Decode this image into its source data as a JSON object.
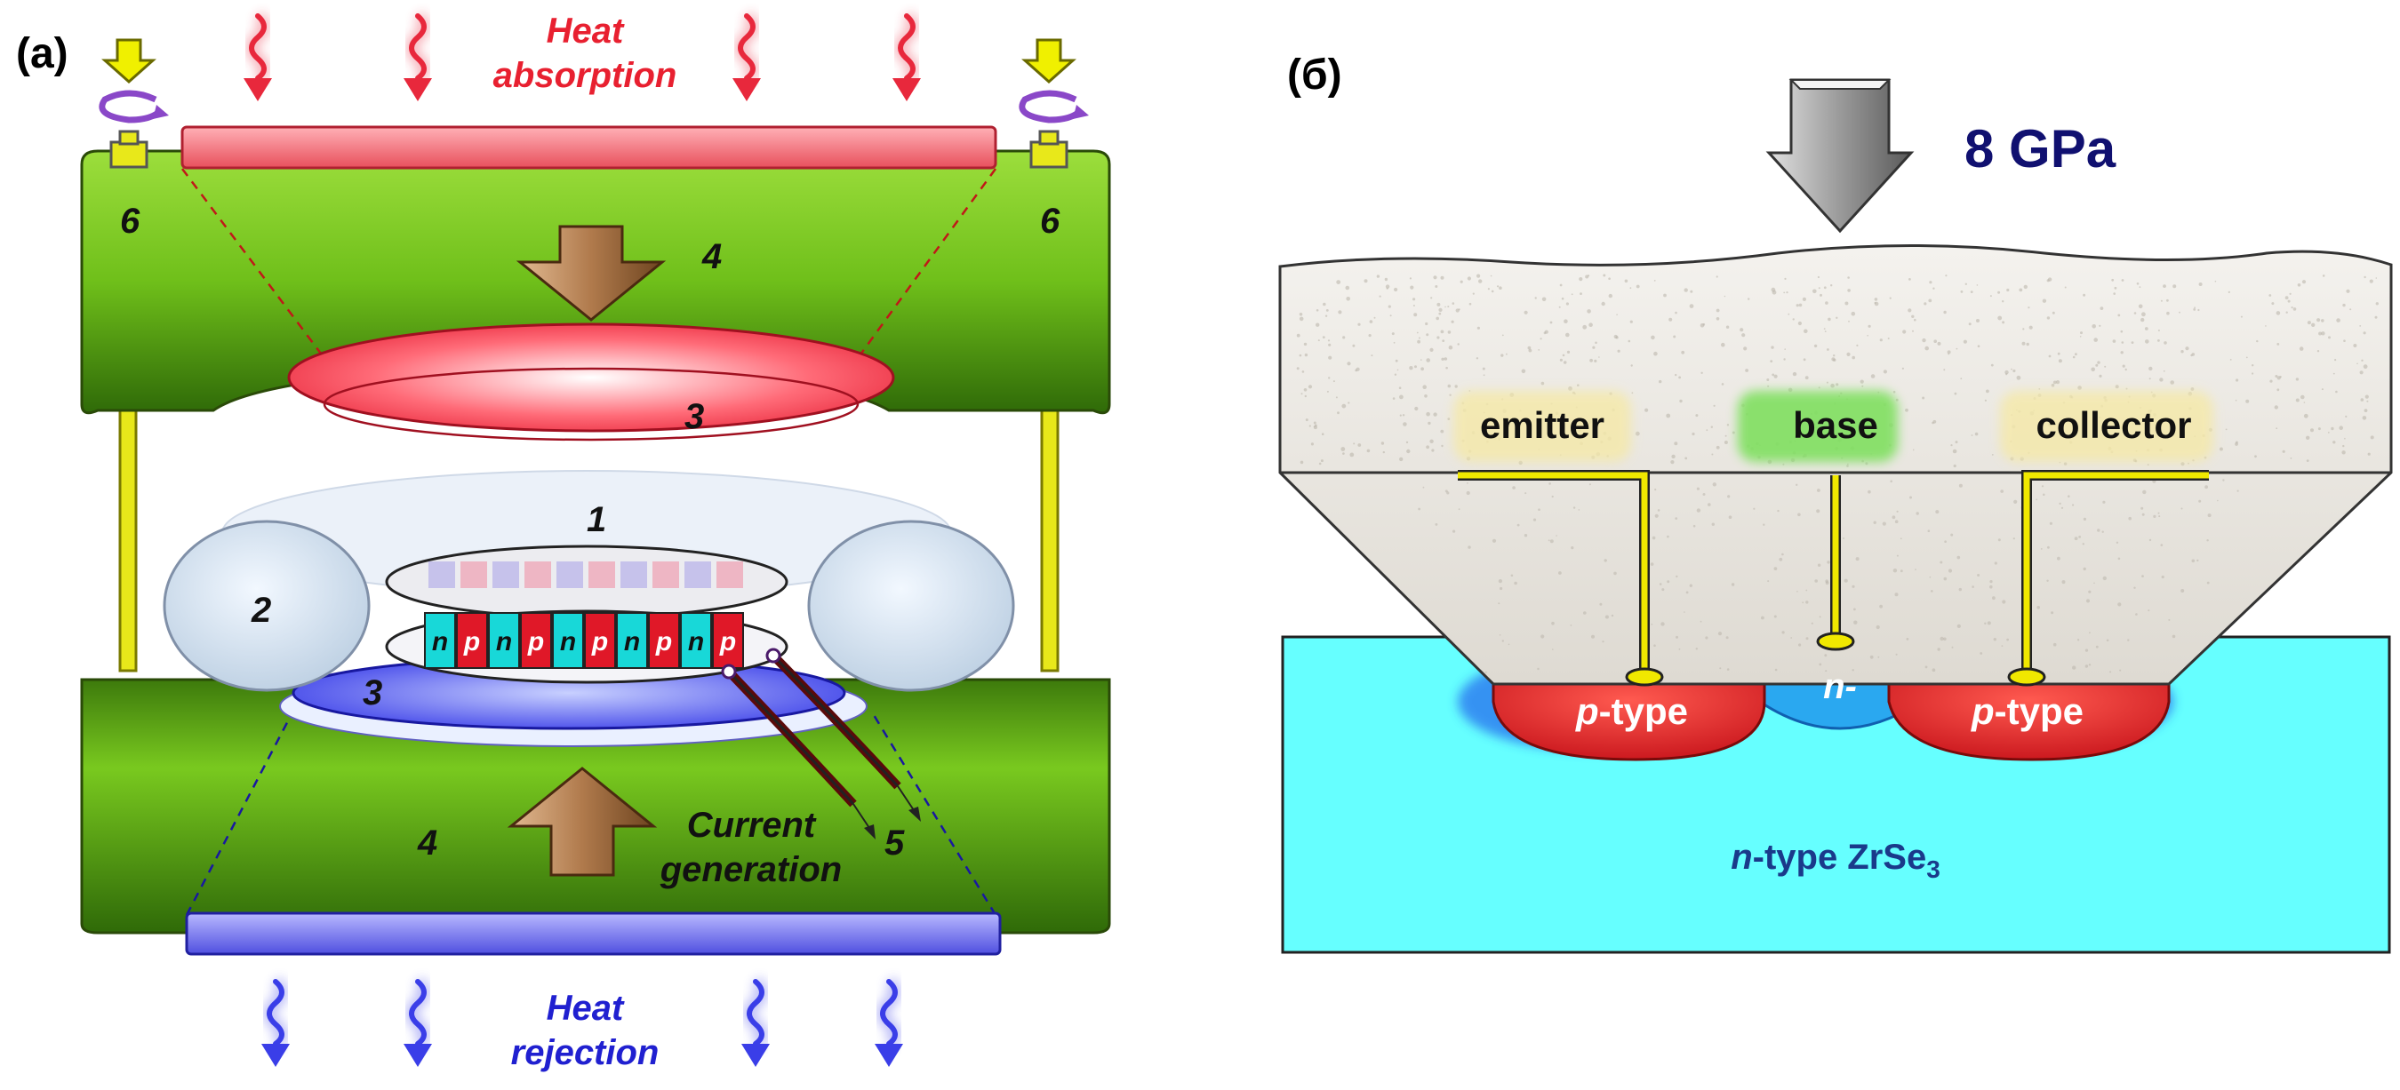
{
  "panel_a": {
    "panel_label": "(a)",
    "heat_absorption": [
      "Heat",
      "absorption"
    ],
    "heat_rejection": [
      "Heat",
      "rejection"
    ],
    "current_generation": [
      "Current",
      "generation"
    ],
    "numbers": {
      "n1": "1",
      "n2": "2",
      "n3_top": "3",
      "n3_bottom": "3",
      "n4_top": "4",
      "n4_bottom": "4",
      "n5": "5",
      "n6_left": "6",
      "n6_right": "6"
    },
    "legs": [
      "n",
      "p",
      "n",
      "p",
      "n",
      "p",
      "n",
      "p",
      "n",
      "p"
    ],
    "colors": {
      "anvil": "#6fbf1a",
      "hot": "#e8283c",
      "cold": "#3a3ee8",
      "arrow": "#a9784c",
      "screw": "#e8e81a"
    }
  },
  "panel_b": {
    "panel_label": "(б)",
    "pressure": "8 GPa",
    "emitter": "emitter",
    "base": "base",
    "collector": "collector",
    "p_type_left": [
      "p",
      "-type"
    ],
    "p_type_right": [
      "p",
      "-type"
    ],
    "n_minus": "n-",
    "substrate": [
      "n",
      "-type ZrSe",
      "3"
    ],
    "colors": {
      "substrate": "#66ffff",
      "p_region": "#e01820",
      "n_region": "#2aa8f0",
      "wire": "#f0e800",
      "label_text": "#1a3a8a"
    }
  }
}
